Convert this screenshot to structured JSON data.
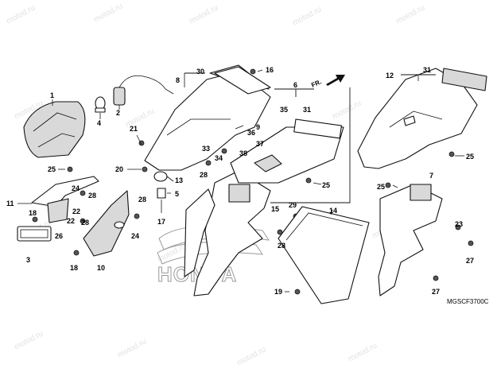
{
  "watermark": "motod.ru",
  "brand_mark": "HONDA",
  "direction_label": "FR.",
  "diagram_code": "MGSCF3700C",
  "callouts": {
    "c1": "1",
    "c2": "2",
    "c3": "3",
    "c4": "4",
    "c5": "5",
    "c6": "6",
    "c7": "7",
    "c8": "8",
    "c9": "9",
    "c10": "10",
    "c11": "11",
    "c12": "12",
    "c13": "13",
    "c14": "14",
    "c15": "15",
    "c16": "16",
    "c17": "17",
    "c18": "18",
    "c19": "19",
    "c20": "20",
    "c21": "21",
    "c22": "22",
    "c23": "23",
    "c24": "24",
    "c25": "25",
    "c26": "26",
    "c27": "27",
    "c28": "28",
    "c29": "29",
    "c30": "30",
    "c31": "31",
    "c33": "33",
    "c34": "34",
    "c35": "35",
    "c36": "36",
    "c37": "37",
    "c38": "38"
  }
}
